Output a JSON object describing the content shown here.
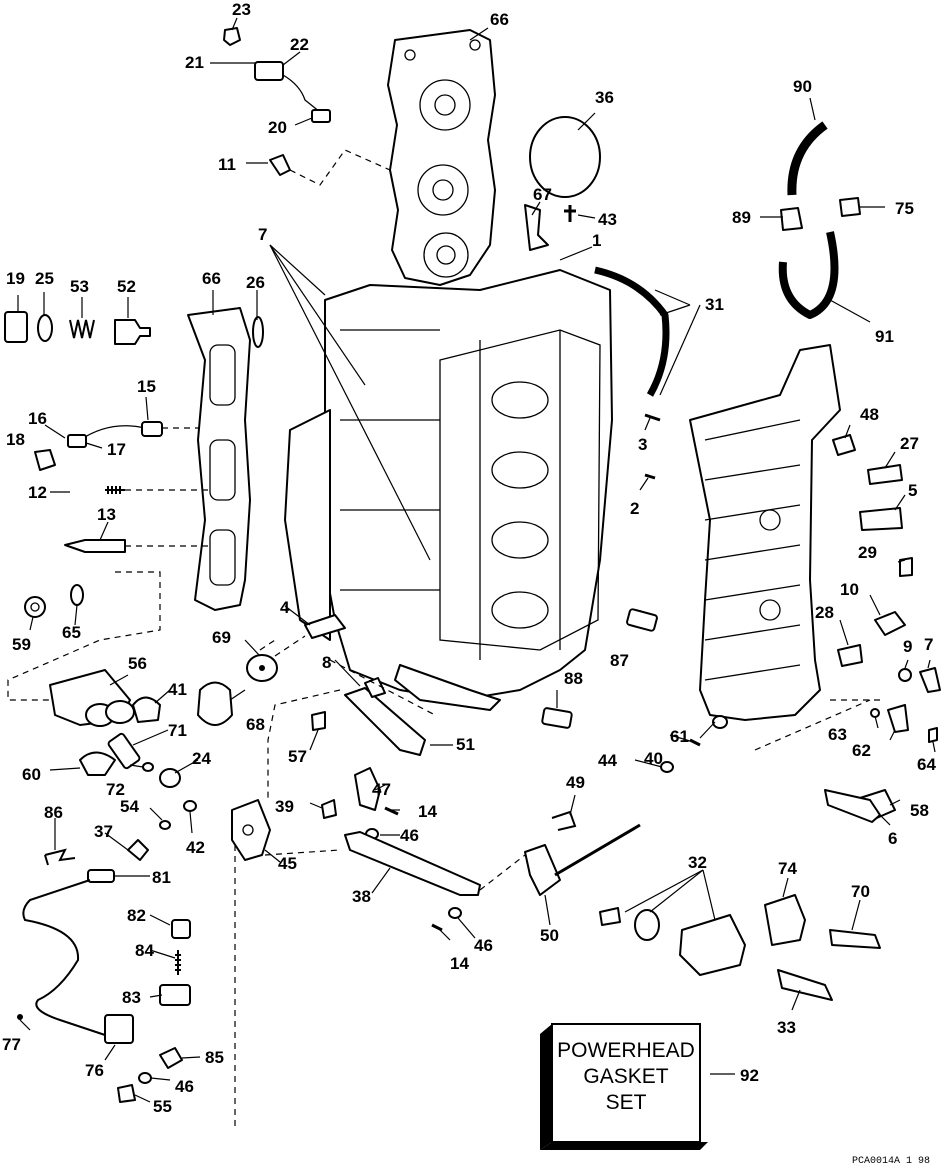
{
  "callouts": {
    "c1": "1",
    "c2": "2",
    "c3": "3",
    "c4": "4",
    "c5": "5",
    "c6": "6",
    "c7": "7",
    "c7b": "7",
    "c8": "8",
    "c9": "9",
    "c10": "10",
    "c11": "11",
    "c12": "12",
    "c13": "13",
    "c14": "14",
    "c14b": "14",
    "c15": "15",
    "c16": "16",
    "c17": "17",
    "c18": "18",
    "c19": "19",
    "c20": "20",
    "c21": "21",
    "c22": "22",
    "c23": "23",
    "c24": "24",
    "c25": "25",
    "c26": "26",
    "c27": "27",
    "c28": "28",
    "c29": "29",
    "c31": "31",
    "c32": "32",
    "c33": "33",
    "c36": "36",
    "c37": "37",
    "c38": "38",
    "c39": "39",
    "c40": "40",
    "c41": "41",
    "c42": "42",
    "c43": "43",
    "c44": "44",
    "c45": "45",
    "c46": "46",
    "c46b": "46",
    "c46c": "46",
    "c47": "47",
    "c48": "48",
    "c49": "49",
    "c50": "50",
    "c51": "51",
    "c52": "52",
    "c53": "53",
    "c54": "54",
    "c55": "55",
    "c56": "56",
    "c57": "57",
    "c58": "58",
    "c59": "59",
    "c60": "60",
    "c61": "61",
    "c62": "62",
    "c63": "63",
    "c64": "64",
    "c65": "65",
    "c66": "66",
    "c66b": "66",
    "c67": "67",
    "c68": "68",
    "c69": "69",
    "c70": "70",
    "c71": "71",
    "c72": "72",
    "c74": "74",
    "c75": "75",
    "c76": "76",
    "c77": "77",
    "c81": "81",
    "c82": "82",
    "c83": "83",
    "c84": "84",
    "c85": "85",
    "c86": "86",
    "c87": "87",
    "c88": "88",
    "c89": "89",
    "c90": "90",
    "c91": "91",
    "c92": "92"
  },
  "gasket_box": {
    "line1": "POWERHEAD",
    "line2": "GASKET",
    "line3": "SET"
  },
  "fig_code": "PCA0014A   1 98"
}
